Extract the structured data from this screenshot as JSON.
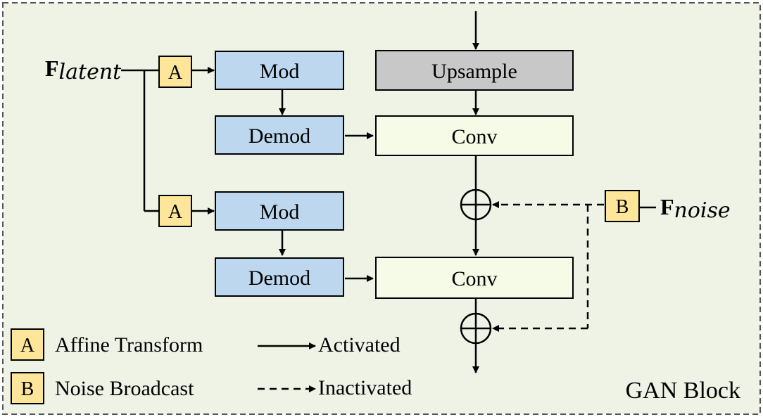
{
  "block_title": "GAN Block",
  "inputs": {
    "latent": {
      "symbol": "F",
      "subscript": "latent"
    },
    "noise": {
      "symbol": "F",
      "subscript": "noise"
    }
  },
  "tags": {
    "affine": "A",
    "noise": "B"
  },
  "boxes": {
    "mod_top": "Mod",
    "demod_top": "Demod",
    "mod_bottom": "Mod",
    "demod_bottom": "Demod",
    "upsample": "Upsample",
    "conv_top": "Conv",
    "conv_bottom": "Conv"
  },
  "legend": {
    "a_tag": "A",
    "a_label": "Affine Transform",
    "b_tag": "B",
    "b_label": "Noise Broadcast",
    "activated": "Activated",
    "inactivated": "Inactivated"
  },
  "colors": {
    "background": "#eef3e6",
    "border": "#555555",
    "tag_fill": "#fde69a",
    "mod_fill": "#bcd7ee",
    "upsample_fill": "#c8c8c8",
    "conv_fill": "#f5fbe6",
    "line": "#000000"
  }
}
